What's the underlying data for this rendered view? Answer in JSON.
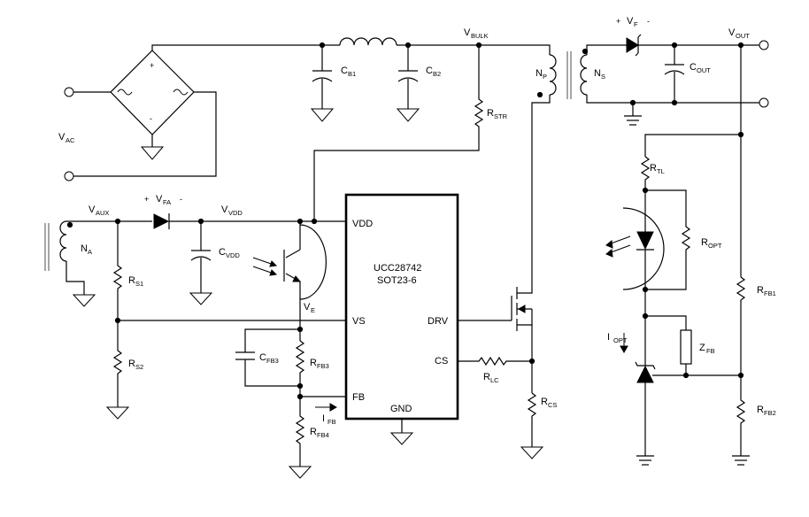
{
  "labels": {
    "vac": [
      "V",
      "AC"
    ],
    "vbulk": [
      "V",
      "BULK"
    ],
    "vout": [
      "V",
      "OUT"
    ],
    "vf": [
      "V",
      "F"
    ],
    "vfa": [
      "V",
      "FA"
    ],
    "vvdd": [
      "V",
      "VDD"
    ],
    "vaux": [
      "V",
      "AUX"
    ],
    "ve": [
      "V",
      "E"
    ],
    "np": [
      "N",
      "P"
    ],
    "ns": [
      "N",
      "S"
    ],
    "na": [
      "N",
      "A"
    ],
    "cb1": [
      "C",
      "B1"
    ],
    "cb2": [
      "C",
      "B2"
    ],
    "cout": [
      "C",
      "OUT"
    ],
    "cvdd": [
      "C",
      "VDD"
    ],
    "cfb3": [
      "C",
      "FB3"
    ],
    "rstr": [
      "R",
      "STR"
    ],
    "rtl": [
      "R",
      "TL"
    ],
    "ropt": [
      "R",
      "OPT"
    ],
    "rfb1": [
      "R",
      "FB1"
    ],
    "rfb2": [
      "R",
      "FB2"
    ],
    "rfb3": [
      "R",
      "FB3"
    ],
    "rfb4": [
      "R",
      "FB4"
    ],
    "rs1": [
      "R",
      "S1"
    ],
    "rs2": [
      "R",
      "S2"
    ],
    "rlc": [
      "R",
      "LC"
    ],
    "rcs": [
      "R",
      "CS"
    ],
    "ifb": [
      "I",
      "FB"
    ],
    "iopt": [
      "I",
      "OPT"
    ],
    "zfb": [
      "Z",
      "FB"
    ]
  },
  "ic": {
    "name": "UCC28742",
    "package": "SOT23-6",
    "pins": {
      "vdd": "VDD",
      "vs": "VS",
      "fb": "FB",
      "gnd": "GND",
      "drv": "DRV",
      "cs": "CS"
    }
  },
  "signs": {
    "plus": "+",
    "minus": "-"
  }
}
